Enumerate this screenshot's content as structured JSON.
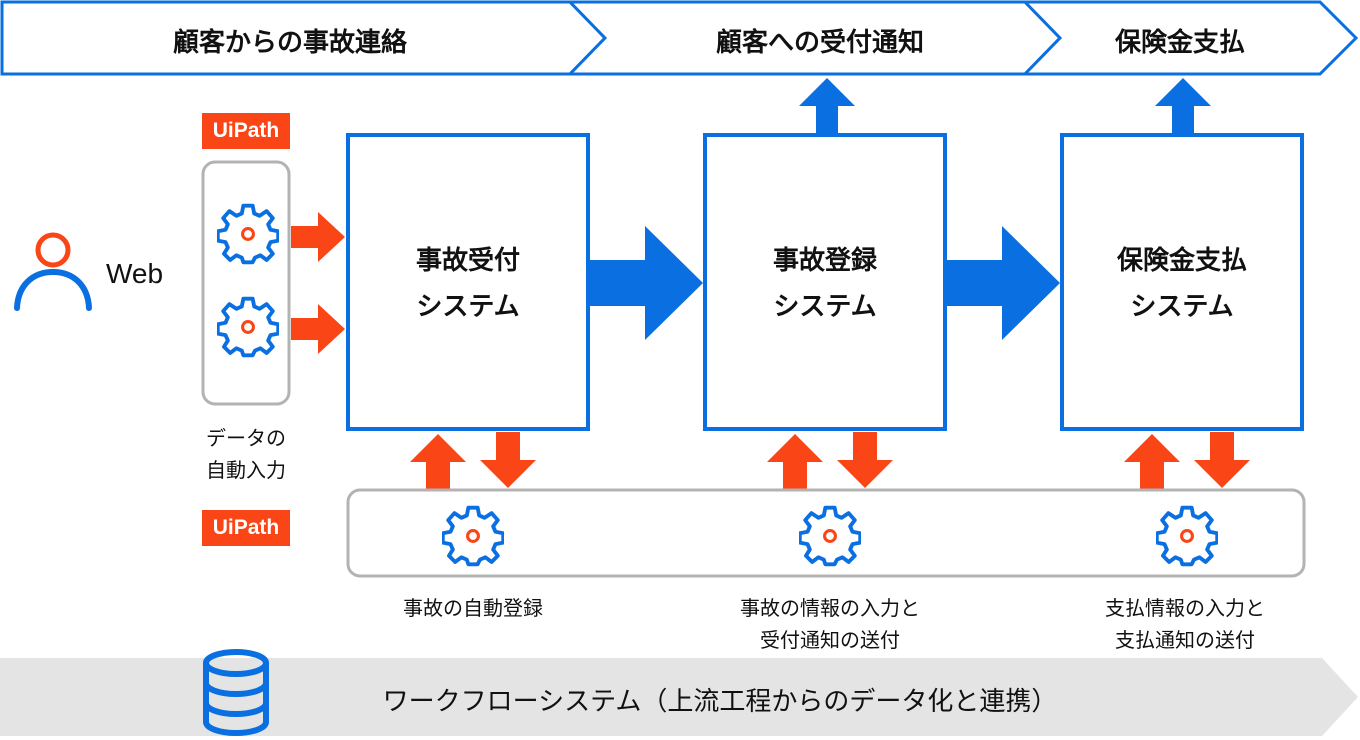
{
  "phases": [
    {
      "label": "顧客からの事故連絡"
    },
    {
      "label": "顧客への受付通知"
    },
    {
      "label": "保険金支払"
    }
  ],
  "systems": [
    {
      "line1": "事故受付",
      "line2": "システム"
    },
    {
      "line1": "事故登録",
      "line2": "システム"
    },
    {
      "line1": "保険金支払",
      "line2": "システム"
    }
  ],
  "user": {
    "label": "Web",
    "icon": "person-icon"
  },
  "uipath_badges": [
    "UiPath",
    "UiPath"
  ],
  "data_entry": {
    "line1": "データの",
    "line2": "自動入力"
  },
  "robot_captions": [
    {
      "line1": "事故の自動登録",
      "line2": ""
    },
    {
      "line1": "事故の情報の入力と",
      "line2": "受付通知の送付"
    },
    {
      "line1": "支払情報の入力と",
      "line2": "支払通知の送付"
    }
  ],
  "workflow": {
    "label": "ワークフローシステム（上流工程からのデータ化と連携）",
    "icon": "database-icon"
  },
  "colors": {
    "blue": "#0A6FE0",
    "orange": "#FA4616",
    "gray_border": "#B3B3B3",
    "bar_gray": "#E4E4E4"
  }
}
